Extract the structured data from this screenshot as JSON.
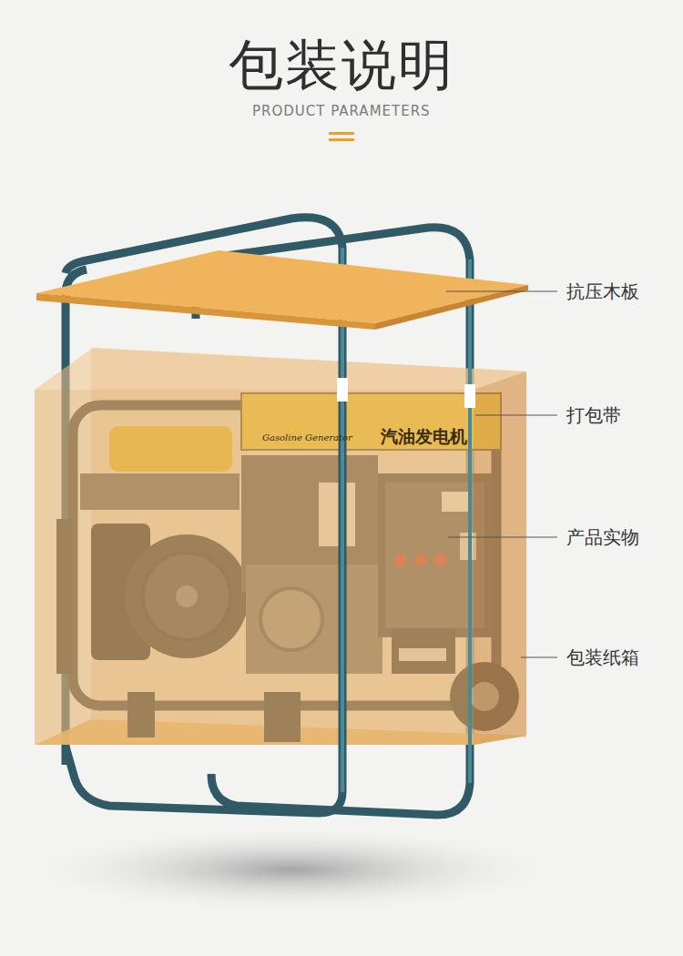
{
  "diagram": {
    "title": "包装说明",
    "labels": [
      "PRODUCT PARAMETERS",
      "抗压木板",
      "打包带",
      "产品实物",
      "包装纸箱",
      "Gasoline Generator",
      "汽油发电机"
    ]
  }
}
